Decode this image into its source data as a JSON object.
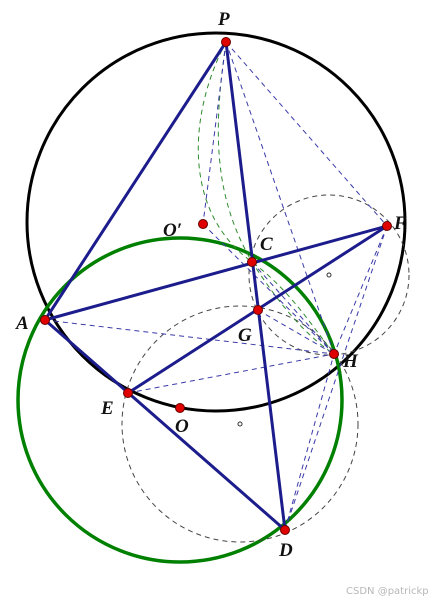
{
  "diagram": {
    "points": [
      {
        "id": "P",
        "label": "P"
      },
      {
        "id": "Op",
        "label": "O′"
      },
      {
        "id": "C",
        "label": "C"
      },
      {
        "id": "F",
        "label": "F"
      },
      {
        "id": "A",
        "label": "A"
      },
      {
        "id": "G",
        "label": "G"
      },
      {
        "id": "H",
        "label": "H"
      },
      {
        "id": "E",
        "label": "E"
      },
      {
        "id": "O",
        "label": "O"
      },
      {
        "id": "D",
        "label": "D"
      }
    ],
    "colors": {
      "main_circle": "#000000",
      "green_circle": "#008000",
      "solid_lines": "#1c1c8c",
      "dashed_lines": "#3a3aa8",
      "dashed_circles": "#444444",
      "green_dashed": "#2e8b2e",
      "point_fill": "#e00000"
    }
  },
  "watermark": "CSDN @patrickpdx"
}
